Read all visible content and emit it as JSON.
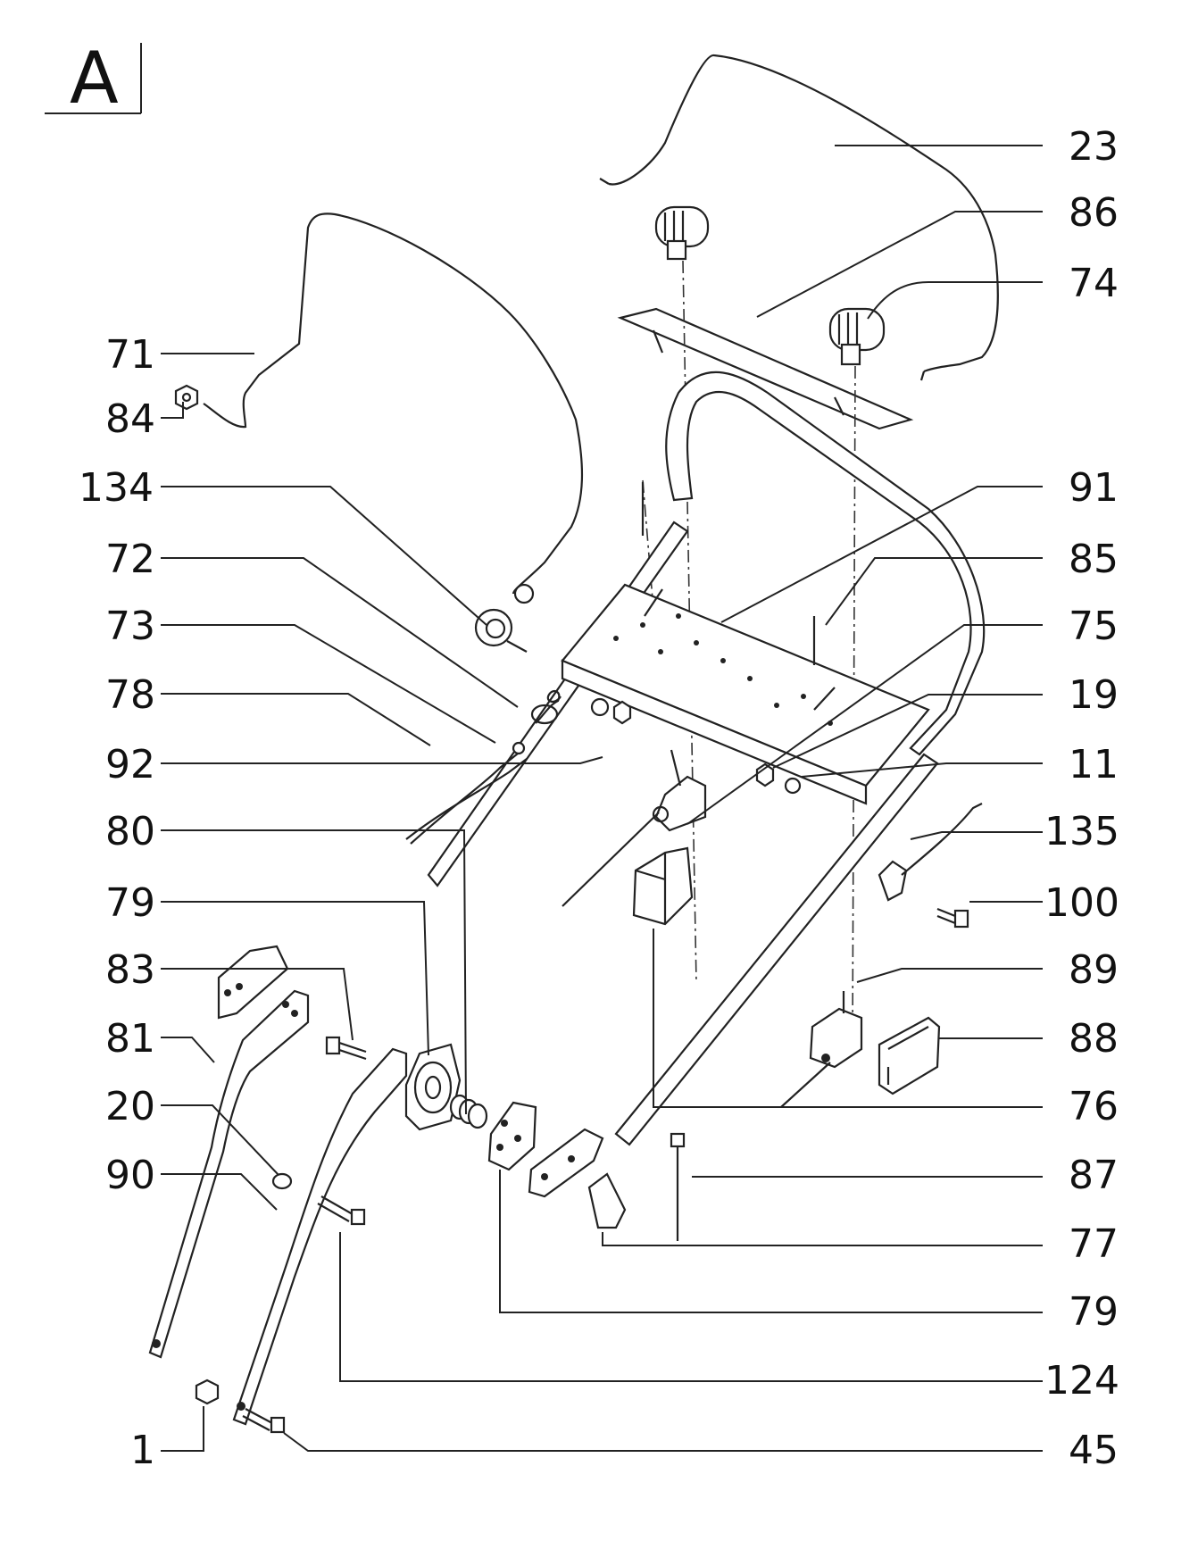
{
  "section_label": "A",
  "part_labels": {
    "l1": "1",
    "l11": "11",
    "l19": "19",
    "l20": "20",
    "l23": "23",
    "l45": "45",
    "l71": "71",
    "l72": "72",
    "l73": "73",
    "l74": "74",
    "l75": "75",
    "l76": "76",
    "l77": "77",
    "l78": "78",
    "l79a": "79",
    "l79b": "79",
    "l80": "80",
    "l81": "81",
    "l83": "83",
    "l84": "84",
    "l85": "85",
    "l86": "86",
    "l87": "87",
    "l88": "88",
    "l89": "89",
    "l90": "90",
    "l91": "91",
    "l92": "92",
    "l100": "100",
    "l124": "124",
    "l134": "134",
    "l135": "135"
  }
}
